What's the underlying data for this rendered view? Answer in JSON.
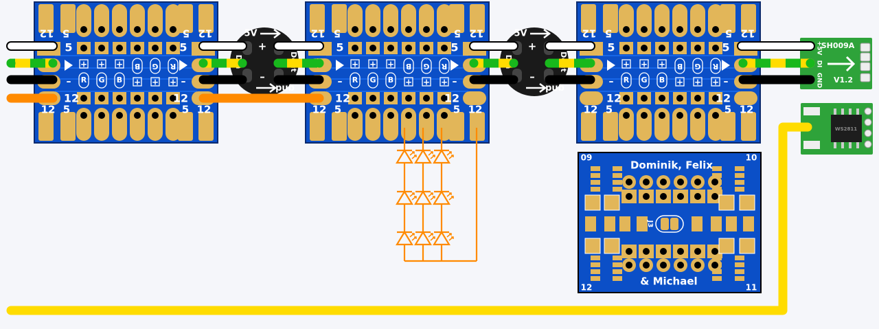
{
  "diagram": {
    "title": "LED strip PCB wiring diagram",
    "colors": {
      "background": "#f5f6fa",
      "pcb_blue": "#0b4fc7",
      "pcb_dark": "#062f86",
      "pcb_edge": "#0a2a6e",
      "pad_gold": "#e2b659",
      "wire_white": "#ffffff",
      "wire_black": "#000000",
      "wire_orange": "#ff8a00",
      "wire_yellow": "#ffdc00",
      "wire_green": "#18b81c",
      "led_orange": "#ff8a00",
      "module_green": "#2ea33a"
    },
    "strip_boards": [
      {
        "id": "strip-board-1",
        "corner_labels": {
          "top_left_12": "12",
          "top_left_5": "5",
          "top_right_5": "5",
          "top_right_12": "12",
          "bottom_left_12": "12",
          "bottom_left_5": "5",
          "bottom_right_5": "5",
          "bottom_right_12": "12"
        },
        "row_labels": {
          "left_5": "5",
          "left_minus": "–",
          "left_12": "12",
          "right_5": "5",
          "right_minus": "–",
          "right_12": "12"
        },
        "upper_marks": [
          "+",
          "+",
          "+",
          "B",
          "G",
          "R"
        ],
        "lower_marks": [
          "R",
          "G",
          "B",
          "+",
          "+",
          "+"
        ]
      },
      {
        "id": "strip-board-2",
        "corner_labels": {
          "top_left_12": "12",
          "top_left_5": "5",
          "top_right_5": "5",
          "top_right_12": "12",
          "bottom_left_12": "12",
          "bottom_left_5": "5",
          "bottom_right_5": "5",
          "bottom_right_12": "12"
        },
        "row_labels": {
          "left_5": "5",
          "left_minus": "–",
          "left_12": "12",
          "right_5": "5",
          "right_minus": "–",
          "right_12": "12"
        },
        "upper_marks": [
          "+",
          "+",
          "+",
          "B",
          "G",
          "R"
        ],
        "lower_marks": [
          "R",
          "G",
          "B",
          "+",
          "+",
          "+"
        ]
      },
      {
        "id": "strip-board-3",
        "corner_labels": {
          "top_left_12": "12",
          "top_left_5": "5",
          "top_right_5": "5",
          "top_right_12": "12",
          "bottom_left_12": "12",
          "bottom_left_5": "5",
          "bottom_right_5": "5",
          "bottom_right_12": "12"
        },
        "row_labels": {
          "left_5": "5",
          "left_minus": "–",
          "left_12": "12",
          "right_5": "5",
          "right_minus": "–",
          "right_12": "12"
        },
        "upper_marks": [
          "+",
          "+",
          "+",
          "B",
          "G",
          "R"
        ],
        "lower_marks": [
          "R",
          "G",
          "B",
          "+",
          "+",
          "+"
        ]
      }
    ],
    "pixel_modules": [
      {
        "id": "ws-pixel-1",
        "labels": {
          "vcc": "5V",
          "plus": "+",
          "din": "Din",
          "dout": "Dout",
          "gnd": "gnd",
          "minus": "–"
        }
      },
      {
        "id": "ws-pixel-2",
        "labels": {
          "vcc": "5V",
          "plus": "+",
          "din": "Din",
          "dout": "Dout",
          "gnd": "gnd",
          "minus": "–"
        }
      }
    ],
    "level_module": {
      "name": "SH009A",
      "version": "V1.2",
      "pins": [
        "+5V",
        "DI",
        "GND"
      ]
    },
    "driver_module": {
      "chip_label": "WS2811"
    },
    "credit_board": {
      "line1": "Dominik, Felix",
      "line2": "& Michael",
      "corners": {
        "top_left": "09",
        "top_right": "10",
        "bottom_left": "12",
        "bottom_right": "11"
      },
      "jumper_label": "J3"
    },
    "led_array": {
      "rows": 3,
      "cols": 3,
      "color": "#ff8a00"
    },
    "wires": [
      {
        "name": "5v-wire",
        "color": "white"
      },
      {
        "name": "data-wire",
        "color": "green-yellow"
      },
      {
        "name": "ground-wire",
        "color": "black"
      },
      {
        "name": "12v-wire",
        "color": "orange"
      },
      {
        "name": "feed-wire",
        "color": "yellow"
      }
    ]
  }
}
